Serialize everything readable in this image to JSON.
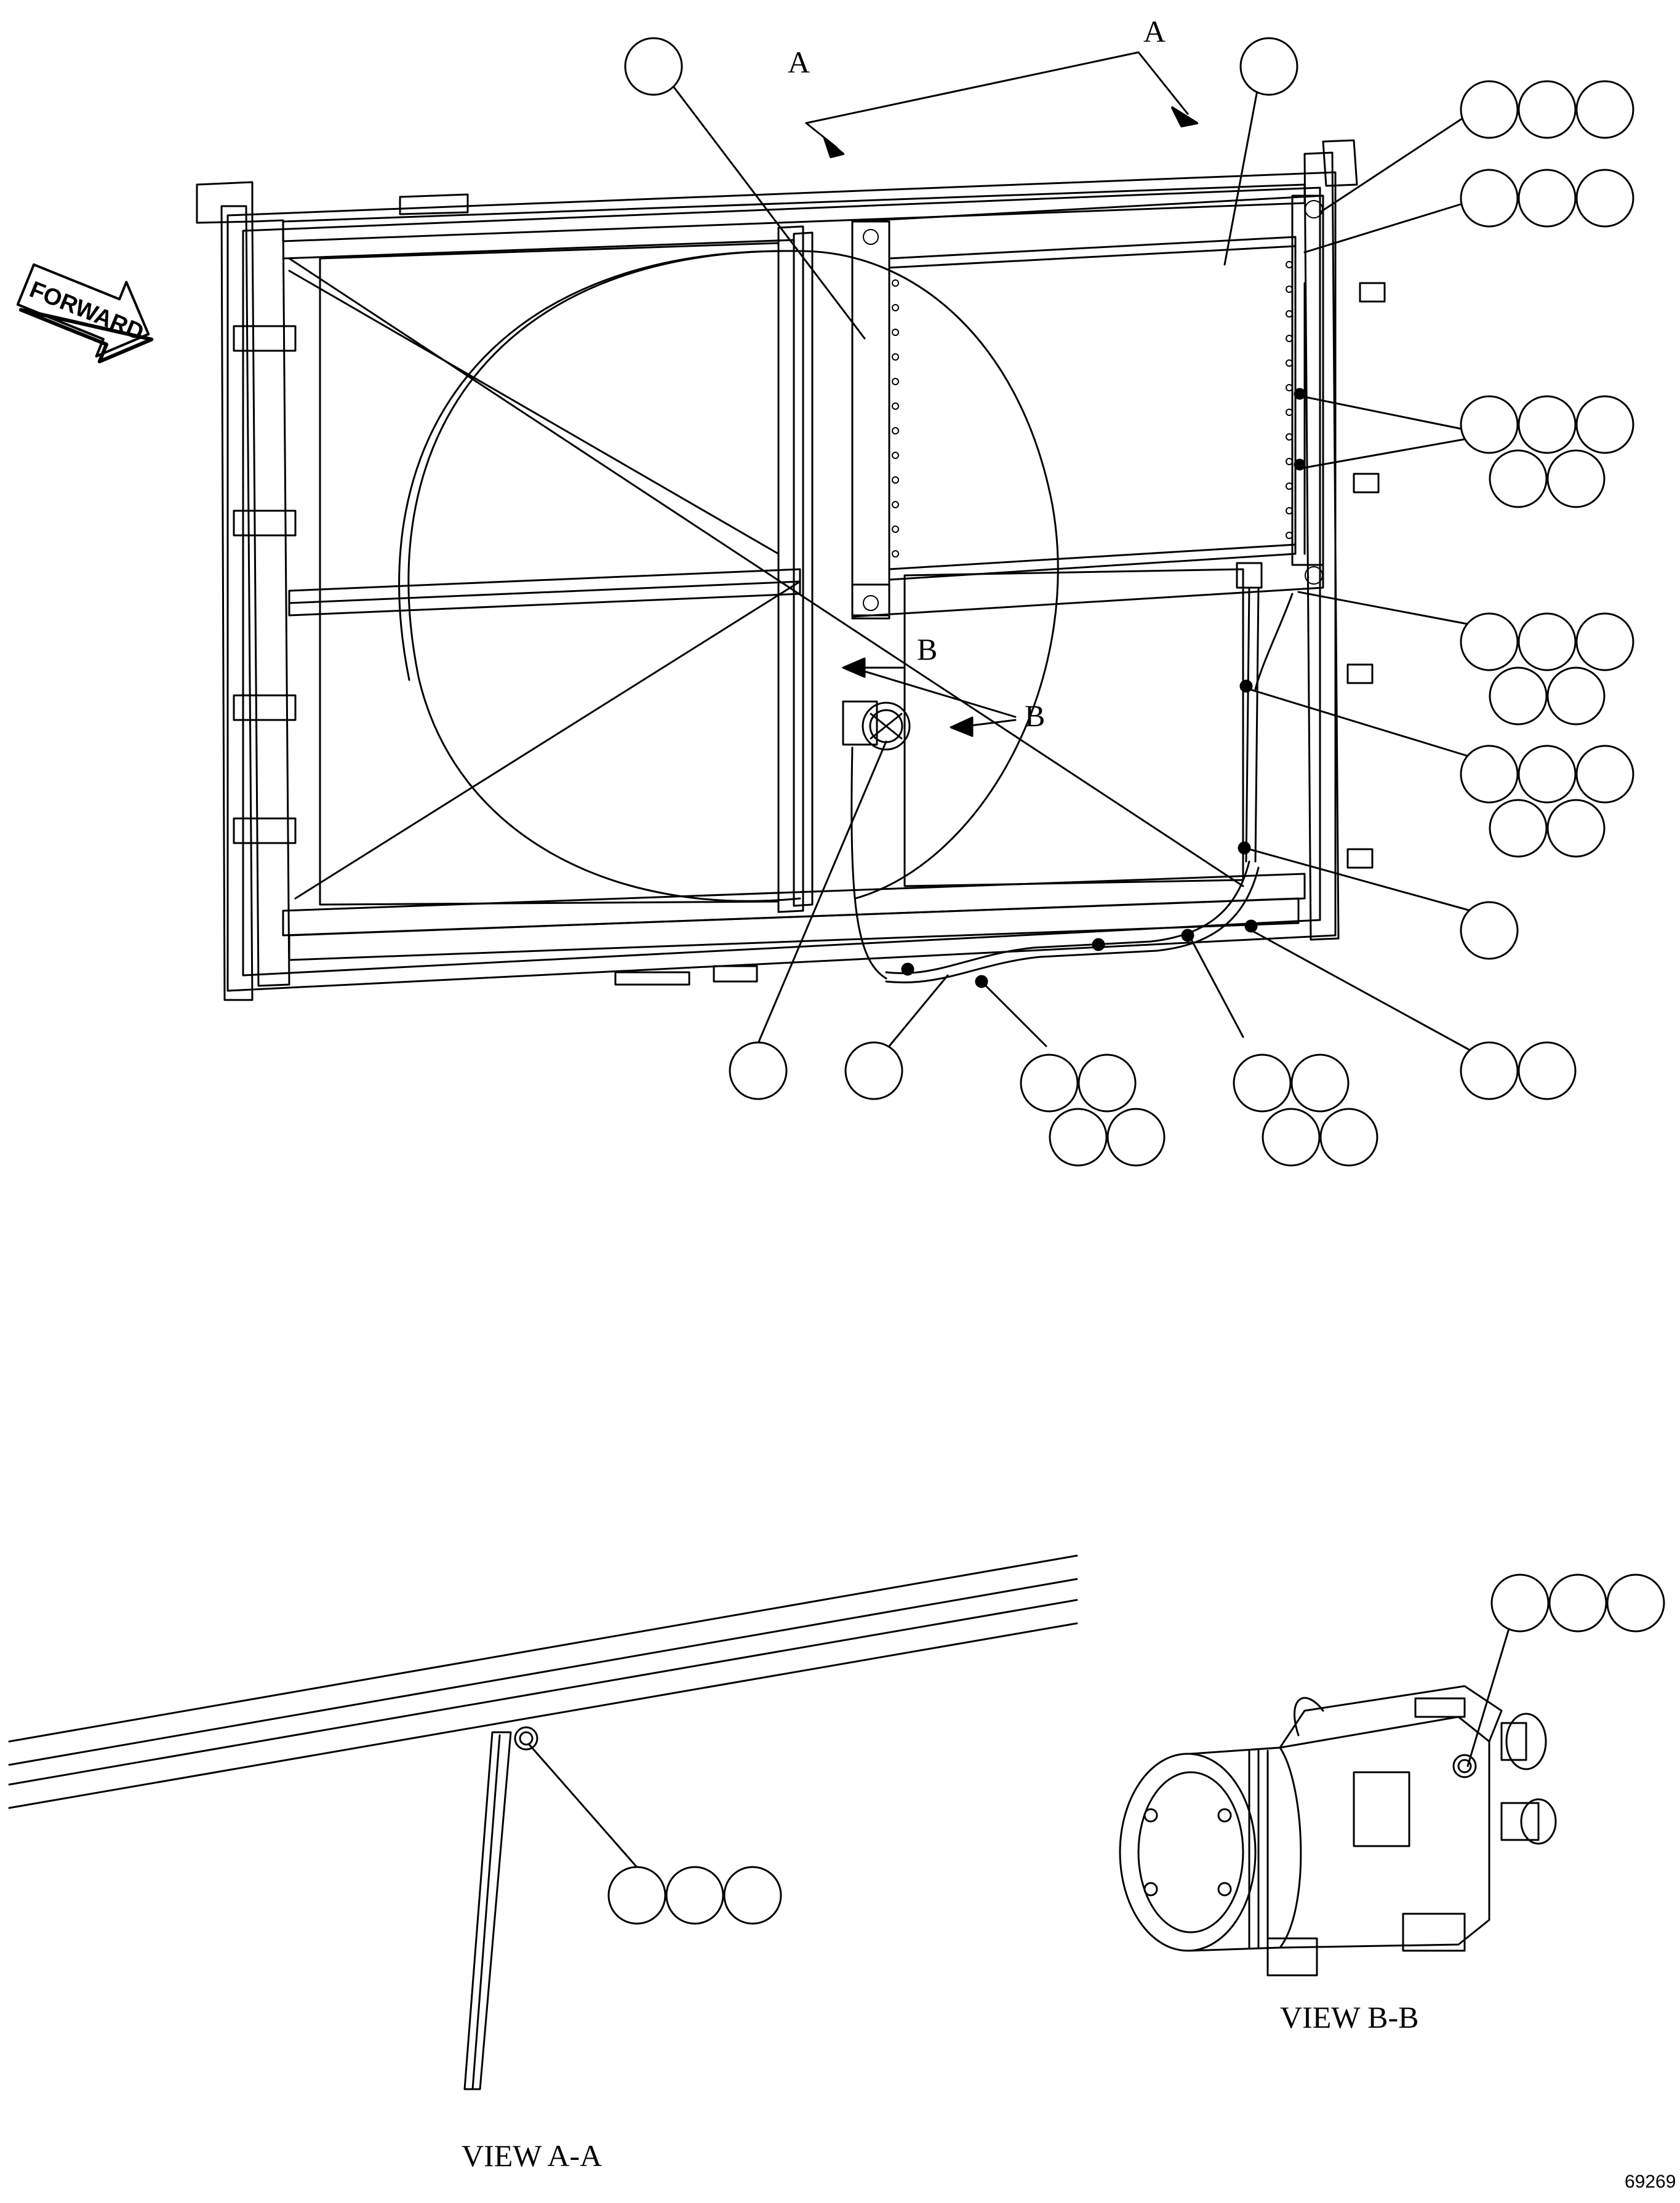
{
  "direction_label": "FORWARD",
  "view_markers": {
    "a_left": "A",
    "a_right": "A",
    "b_upper": "B",
    "b_lower": "B"
  },
  "captions": {
    "view_a": "VIEW A-A",
    "view_b": "VIEW B-B"
  },
  "figure_number": "69269",
  "callout_groups": [
    {
      "id": "condenser-side-rail",
      "bubbles": 1
    },
    {
      "id": "condenser-core",
      "bubbles": 1
    },
    {
      "id": "upper-mount-fastener",
      "bubbles": 3
    },
    {
      "id": "upper-fitting",
      "bubbles": 3
    },
    {
      "id": "side-clamps",
      "bubbles": 5
    },
    {
      "id": "lower-fitting",
      "bubbles": 5
    },
    {
      "id": "hose-clamp-right",
      "bubbles": 5
    },
    {
      "id": "lower-right-bracket",
      "bubbles": 1
    },
    {
      "id": "compressor",
      "bubbles": 1
    },
    {
      "id": "discharge-hose",
      "bubbles": 1
    },
    {
      "id": "hose-clamp-left",
      "bubbles": 4
    },
    {
      "id": "hose-clamp-center",
      "bubbles": 4
    },
    {
      "id": "frame-corner-fastener",
      "bubbles": 2
    },
    {
      "id": "view-a-fastener",
      "bubbles": 3
    },
    {
      "id": "view-b-fitting",
      "bubbles": 3
    }
  ]
}
